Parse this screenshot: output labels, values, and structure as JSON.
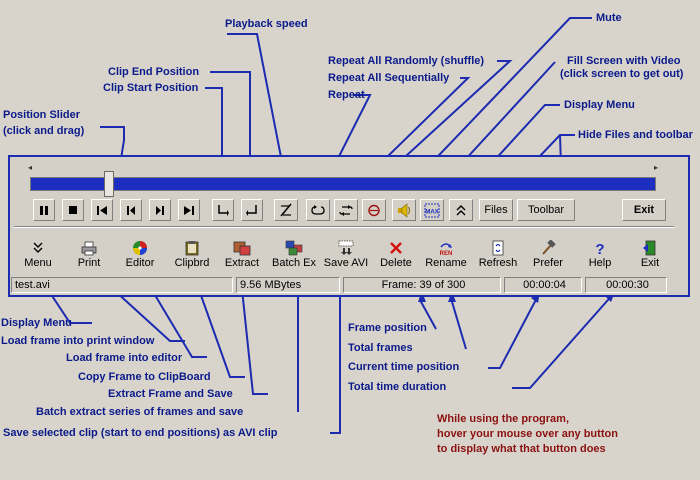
{
  "callouts": {
    "playback_speed": "Playback speed",
    "clip_end": "Clip End Position",
    "clip_start": "Clip Start Position",
    "position_slider_1": "Position Slider",
    "position_slider_2": "(click and drag)",
    "repeat_shuffle": "Repeat All Randomly (shuffle)",
    "repeat_all": "Repeat All Sequentially",
    "repeat": "Repeat",
    "mute": "Mute",
    "fill_screen_1": "Fill Screen with Video",
    "fill_screen_2": "(click screen to get out)",
    "display_menu_top": "Display Menu",
    "hide_files": "Hide Files and toolbar",
    "display_menu_bottom": "Display Menu",
    "load_print": "Load frame into print window",
    "load_editor": "Load frame into editor",
    "copy_clipboard": "Copy Frame to ClipBoard",
    "extract_save": "Extract Frame and Save",
    "batch_extract": "Batch extract series of frames and save",
    "save_clip": "Save selected clip (start to end positions) as AVI clip",
    "frame_position": "Frame position",
    "total_frames": "Total frames",
    "current_time": "Current time position",
    "total_duration": "Total time duration"
  },
  "transport": {
    "files_label": "Files",
    "toolbar_label": "Toolbar",
    "exit_label": "Exit"
  },
  "toolbar": {
    "menu": "Menu",
    "print": "Print",
    "editor": "Editor",
    "clipbrd": "Clipbrd",
    "extract": "Extract",
    "batch_ex": "Batch Ex",
    "save_avi": "Save AVI",
    "delete": "Delete",
    "rename": "Rename",
    "refresh": "Refresh",
    "prefer": "Prefer",
    "help": "Help",
    "exit": "Exit"
  },
  "status": {
    "filename": "test.avi",
    "size": "9.56 MBytes",
    "frame": "Frame: 39 of 300",
    "current_time": "00:00:04",
    "total_time": "00:00:30"
  },
  "note": {
    "line1": "While using the program,",
    "line2": "hover your mouse over any button",
    "line3": "to display what that button does"
  },
  "colors": {
    "callout_text": "#0b1a8a",
    "leader_line": "#1c2bb0",
    "note_text": "#8b1010",
    "slider_track": "#1b2ec0",
    "background": "#d8d4cc"
  }
}
